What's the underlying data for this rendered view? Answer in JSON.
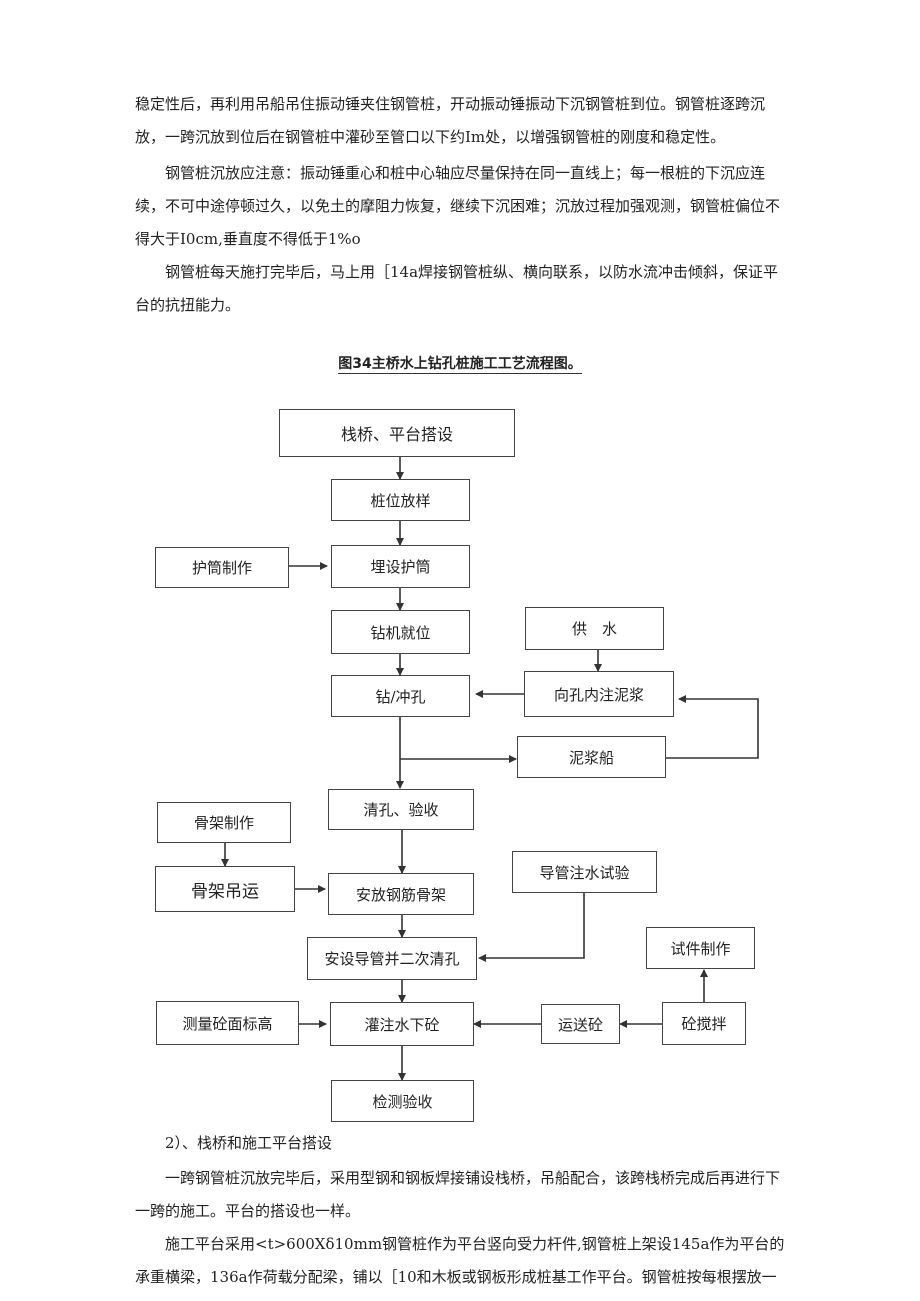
{
  "paragraphs": {
    "p1": "稳定性后，再利用吊船吊住振动锤夹住钢管桩，开动振动锤振动下沉钢管桩到位。钢管桩逐跨沉放，一跨沉放到位后在钢管桩中灌砂至管口以下约Im处，以增强钢管桩的刚度和稳定性。",
    "p2": "钢管桩沉放应注意：振动锤重心和桩中心轴应尽量保持在同一直线上；每一根桩的下沉应连续，不可中途停顿过久，以免土的摩阻力恢复，继续下沉困难；沉放过程加强观测，钢管桩偏位不得大于I0cm,垂直度不得低于1%o",
    "p3": "钢管桩每天施打完毕后，马上用［14a焊接钢管桩纵、横向联系，以防水流冲击倾斜，保证平台的抗扭能力。",
    "p4": "一跨钢管桩沉放完毕后，采用型钢和钢板焊接铺设栈桥，吊船配合，该跨栈桥完成后再进行下一跨的施工。平台的搭设也一样。",
    "p5": "施工平台采用<t>600Xδ10mm钢管桩作为平台竖向受力杆件,钢管桩上架设145a作为平台的承重横梁，136a作荷载分配梁，铺以［10和木板或钢板形成桩基工作平台。钢管桩按每根摆放一"
  },
  "figure": {
    "caption": "图34主桥水上钻孔桩施工工艺流程图。",
    "boxes": {
      "b1": "栈桥、平台搭设",
      "b2": "桩位放样",
      "b3": "护筒制作",
      "b4": "埋设护筒",
      "b5": "钻机就位",
      "b6": "供　水",
      "b7": "钻/冲孔",
      "b8": "向孔内注泥浆",
      "b9": "泥浆船",
      "b10": "清孔、验收",
      "b11": "骨架制作",
      "b12": "骨架吊运",
      "b13": "安放钢筋骨架",
      "b14": "导管注水试验",
      "b15": "安设导管并二次清孔",
      "b16": "试件制作",
      "b17": "测量砼面标高",
      "b18": "灌注水下砼",
      "b19": "运送砼",
      "b20": "砼搅拌",
      "b21": "检测验收"
    }
  },
  "subheading": "2）、栈桥和施工平台搭设"
}
